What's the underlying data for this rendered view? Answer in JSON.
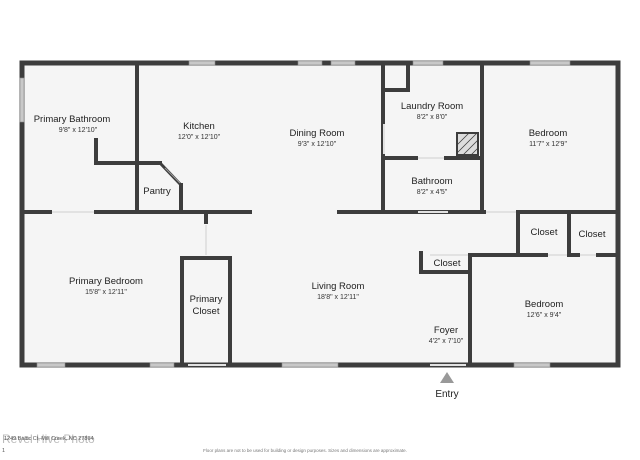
{
  "rooms": {
    "primary_bathroom": {
      "name": "Primary Bathroom",
      "dim": "9'8\" x 12'10\""
    },
    "kitchen": {
      "name": "Kitchen",
      "dim": "12'0\" x 12'10\""
    },
    "dining_room": {
      "name": "Dining Room",
      "dim": "9'3\" x 12'10\""
    },
    "laundry_room": {
      "name": "Laundry Room",
      "dim": "8'2\" x 8'0\""
    },
    "bedroom_1": {
      "name": "Bedroom",
      "dim": "11'7\" x 12'9\""
    },
    "bathroom": {
      "name": "Bathroom",
      "dim": "8'2\" x 4'5\""
    },
    "pantry": {
      "name": "Pantry"
    },
    "closet_1": {
      "name": "Closet"
    },
    "closet_2": {
      "name": "Closet"
    },
    "closet_3": {
      "name": "Closet"
    },
    "primary_bedroom": {
      "name": "Primary Bedroom",
      "dim": "15'8\" x 12'11\""
    },
    "primary_closet": {
      "line1": "Primary",
      "line2": "Closet"
    },
    "living_room": {
      "name": "Living Room",
      "dim": "18'8\" x 12'11\""
    },
    "foyer": {
      "name": "Foyer",
      "dim": "4'2\" x 7'10\""
    },
    "bedroom_2": {
      "name": "Bedroom",
      "dim": "12'6\" x 9'4\""
    }
  },
  "entry": {
    "label": "Entry"
  },
  "footer": {
    "address": "1249 Baltic Ct, Mill Creek, NC 27864",
    "watermark": "Revel Hive Photo",
    "disclaimer": "Floor plans are not to be used for building or design purposes. Sizes and dimensions are approximate.",
    "page": "1"
  },
  "colors": {
    "wall": "#3d3d3d",
    "floor": "#f5f5f5",
    "window": "#c8c8c8",
    "entry_arrow": "#999999"
  }
}
